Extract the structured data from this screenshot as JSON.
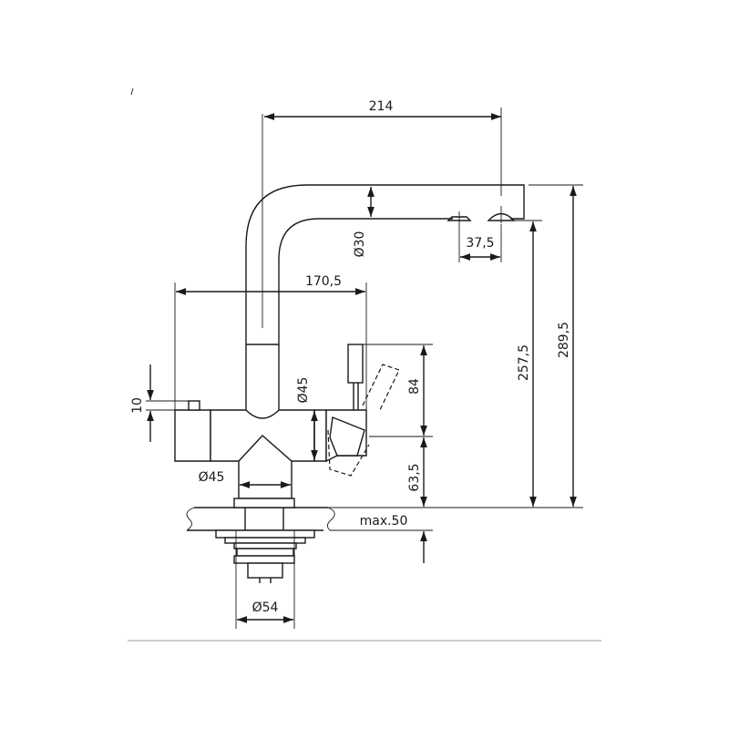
{
  "drawing": {
    "dimensions": {
      "spout_reach": "214",
      "spout_head_height": "Ø30",
      "outlet_spacing": "37,5",
      "body_length": "170,5",
      "body_diameter_v": "Ø45",
      "lever_height": "84",
      "lever_axis_height": "63,5",
      "outlet_height": "257,5",
      "total_height": "289,5",
      "button_height": "10",
      "base_diameter": "Ø45",
      "worktop_thickness": "max.50",
      "mount_diameter": "Ø54"
    }
  }
}
